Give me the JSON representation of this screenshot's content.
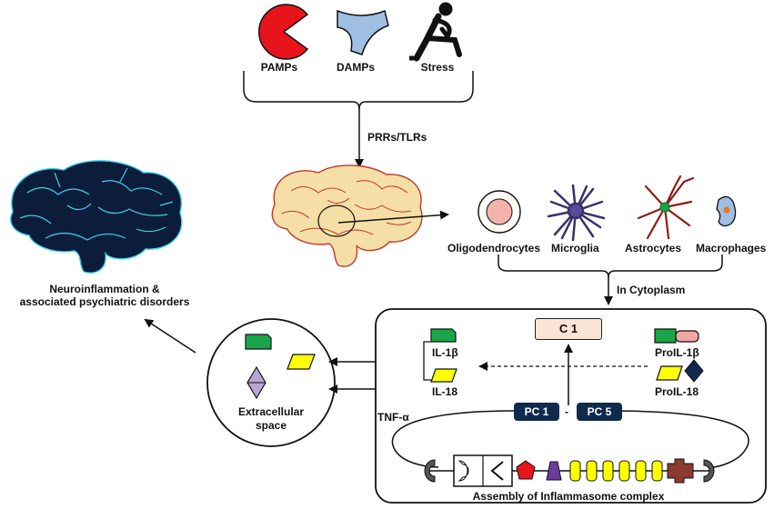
{
  "triggers": {
    "pamps": "PAMPs",
    "damps": "DAMPs",
    "stress": "Stress"
  },
  "receptor_label": "PRRs/TLRs",
  "cell_types": {
    "oligodendrocytes": "Oligodendrocytes",
    "microglia": "Microglia",
    "astrocytes": "Astrocytes",
    "macrophages": "Macrophages"
  },
  "cytoplasm_label": "In Cytoplasm",
  "outcome": {
    "line1": "Neuroinflammation &",
    "line2": "associated psychiatric disorders"
  },
  "extracellular": {
    "line1": "Extracellular",
    "line2": "space"
  },
  "cytokines": {
    "il1b": "IL-1β",
    "il18": "IL-18",
    "tnfa": "TNF-α",
    "pro_il1b": "ProIL-1β",
    "pro_il18": "ProIL-18"
  },
  "caspase": {
    "c1": "C 1",
    "pc1": "PC 1",
    "pc5": "PC 5",
    "dash": "-"
  },
  "assembly_label": "Assembly of Inflammasome complex",
  "colors": {
    "pamps_red": "#e8141c",
    "damps_blue": "#9fbfe3",
    "green": "#1aa54a",
    "yellow": "#ffff00",
    "pink": "#f2a6a6",
    "navy": "#0e2a4d",
    "lavender": "#b9a6d6",
    "purple": "#6a3c9c",
    "brown": "#8b3a2f",
    "brain_dark": "#0b1d3a",
    "brain_vessel": "#3fd0f0",
    "brain_light": "#f6dfa6",
    "brain_red": "#c0392b"
  }
}
